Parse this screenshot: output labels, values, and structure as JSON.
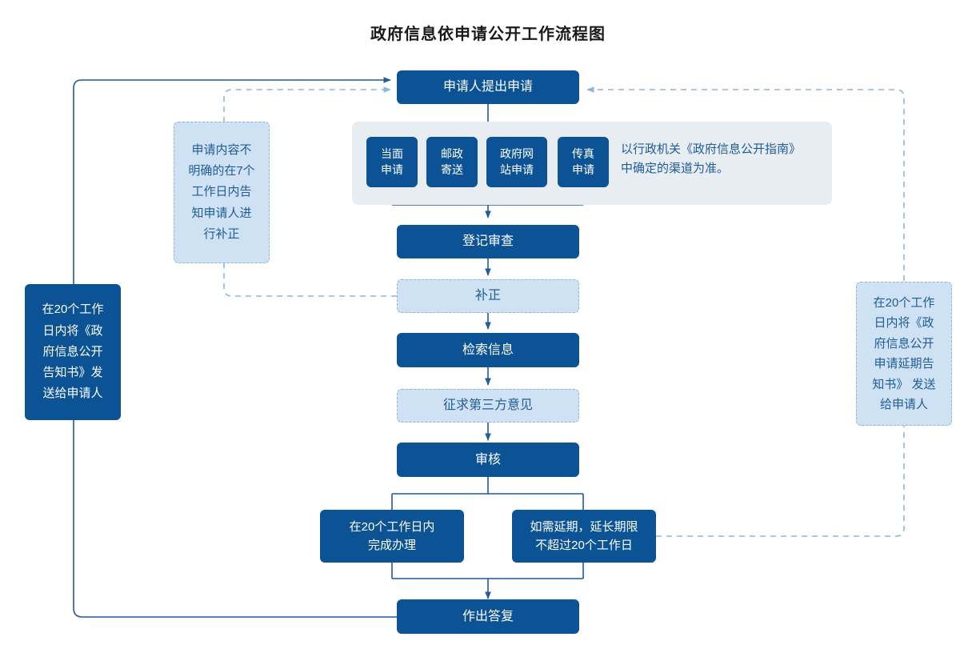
{
  "page": {
    "title": "政府信息依申请公开工作流程图",
    "colors": {
      "primary": "#0B5394",
      "soft_fill": "#CFE2F3",
      "soft_text": "#1F5C99",
      "panel": "#E8EDF1",
      "connector": "#1F5C99",
      "dashed_connector": "#8FB6D8",
      "background": "#FFFFFF"
    }
  },
  "flow": {
    "start": {
      "label": "申请人提出申请"
    },
    "channels": [
      {
        "label": "当面\n申请"
      },
      {
        "label": "邮政\n寄送"
      },
      {
        "label": "政府网\n站申请"
      },
      {
        "label": "传真\n申请"
      }
    ],
    "channel_note": "以行政机关《政府信息公开指南》\n中确定的渠道为准。",
    "steps": [
      {
        "label": "登记审查",
        "style": "primary"
      },
      {
        "label": "补正",
        "style": "soft"
      },
      {
        "label": "检索信息",
        "style": "primary"
      },
      {
        "label": "征求第三方意见",
        "style": "soft"
      },
      {
        "label": "审核",
        "style": "primary"
      }
    ],
    "branches": [
      {
        "label": "在20个工作日内\n完成办理"
      },
      {
        "label": "如需延期，延长期限\n不超过20个工作日"
      }
    ],
    "end": {
      "label": "作出答复"
    }
  },
  "notes": {
    "left_soft": "申请内容不\n明确的在7个\n工作日内告\n知申请人进\n行补正",
    "left_primary": "在20个工作\n日内将《政\n府信息公开\n告知书》发\n送给申请人",
    "right_soft": "在20个工作\n日内将《政\n府信息公开\n申请延期告\n知书》 发送\n给申请人"
  }
}
